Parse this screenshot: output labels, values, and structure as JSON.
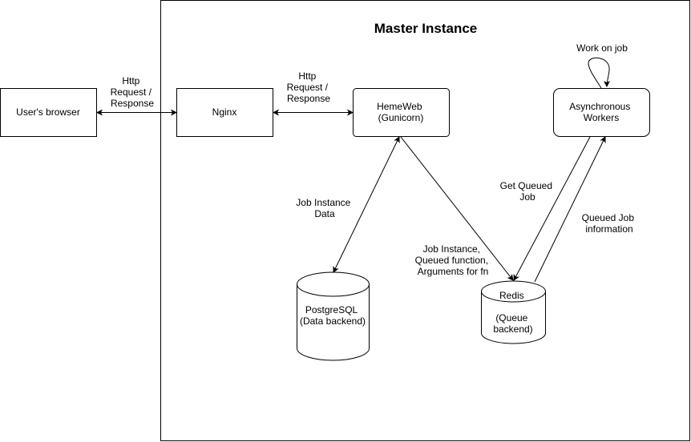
{
  "title": "Master Instance",
  "nodes": {
    "browser": "User's browser",
    "nginx": "Nginx",
    "hemeweb": [
      "HemeWeb",
      "(Gunicorn)"
    ],
    "workers": [
      "Asynchronous",
      "Workers"
    ],
    "postgres": [
      "PostgreSQL",
      "(Data backend)"
    ],
    "redis": [
      "Redis",
      "(Queue",
      "backend)"
    ]
  },
  "edges": {
    "browser_nginx": [
      "Http",
      "Request /",
      "Response"
    ],
    "nginx_hemeweb": [
      "Http",
      "Request /",
      "Response"
    ],
    "hemeweb_postgres": [
      "Job Instance",
      "Data"
    ],
    "hemeweb_redis": [
      "Job Instance,",
      "Queued function,",
      "Arguments for fn"
    ],
    "workers_redis": [
      "Get Queued",
      "Job"
    ],
    "redis_workers": [
      "Queued Job",
      "information"
    ],
    "workers_self": "Work on job"
  }
}
